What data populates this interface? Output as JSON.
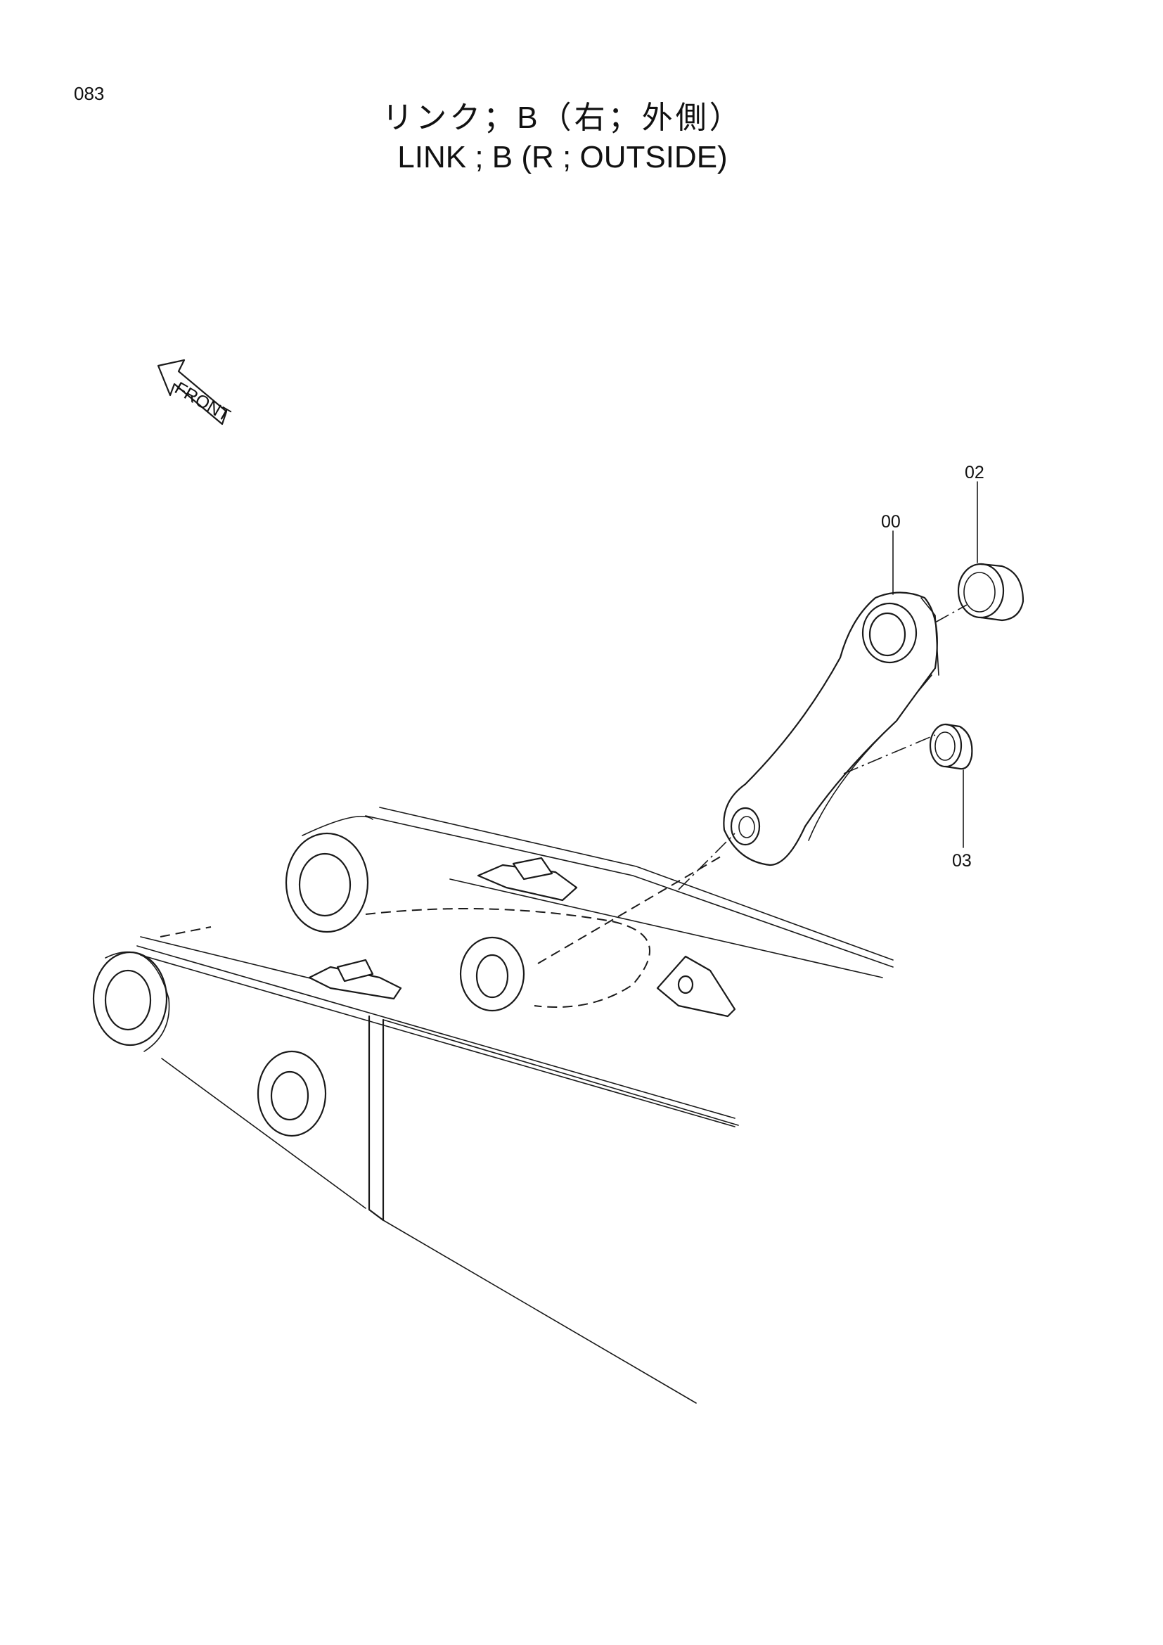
{
  "page": {
    "number": "083",
    "title_jp": "リンク；B（右；外側）",
    "title_en": "LINK ; B  (R ; OUTSIDE)"
  },
  "diagram": {
    "front_label": "FRONT",
    "callouts": [
      {
        "id": "link",
        "label": "00"
      },
      {
        "id": "bushing-upper",
        "label": "02"
      },
      {
        "id": "bushing-lower",
        "label": "03"
      }
    ]
  },
  "colors": {
    "line": "#1a1a1a",
    "background": "#ffffff"
  }
}
